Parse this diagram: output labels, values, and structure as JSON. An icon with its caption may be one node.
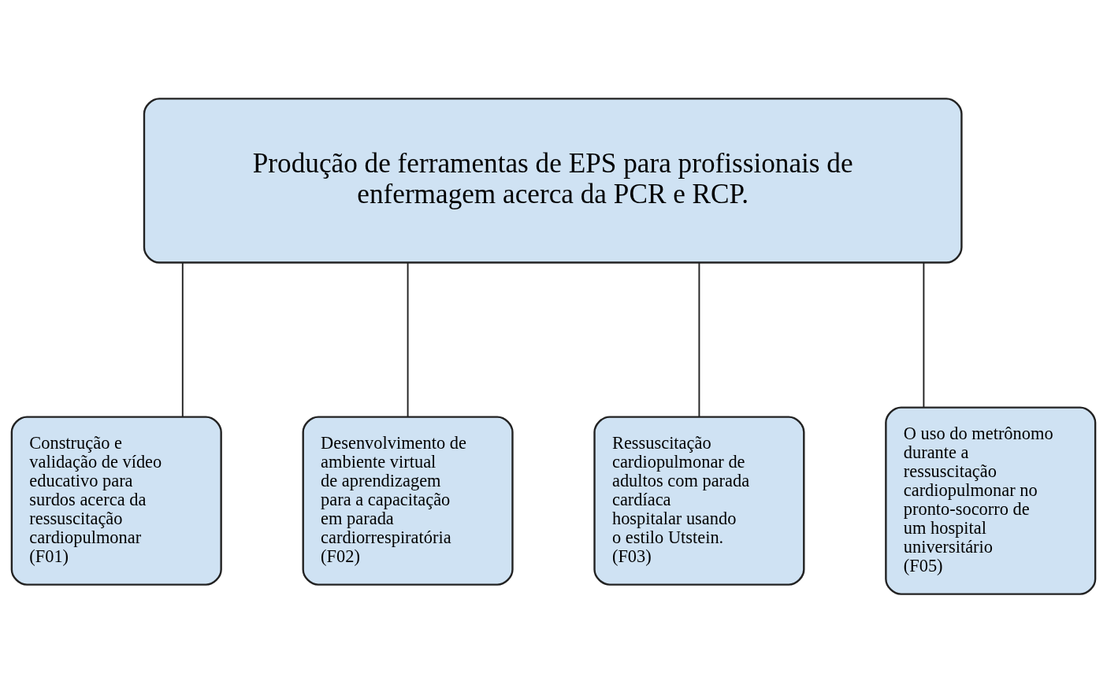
{
  "diagram": {
    "nodes": [
      {
        "text": [
          "Produção de ferramentas de EPS para profissionais de enfermagem acerca da PCR e RCP."
        ]
      },
      {
        "text": [
          "Construção e validação de vídeo educativo para surdos acerca da ressuscitação cardiopulmonar (F01)"
        ]
      },
      {
        "text": [
          "Desenvolvimento de ambiente virtual de aprendizagem para a capacitação em parada cardiorrespiratória (F02)"
        ]
      },
      {
        "text": [
          "Ressuscitação cardiopulmonar de adultos com parada cardíaca hospitalar usando o estilo Utstein. (F03)"
        ]
      },
      {
        "text": [
          "O uso do metrônomo durante a ressuscitação cardiopulmonar no pronto-socorro de um hospital universitário (F05)"
        ]
      }
    ],
    "edges": [
      {
        "from": 0,
        "to": 1,
        "arrow": "none"
      },
      {
        "from": 0,
        "to": 2,
        "arrow": "none"
      },
      {
        "from": 0,
        "to": 3,
        "arrow": "none"
      },
      {
        "from": 0,
        "to": 4,
        "arrow": "none"
      }
    ]
  }
}
